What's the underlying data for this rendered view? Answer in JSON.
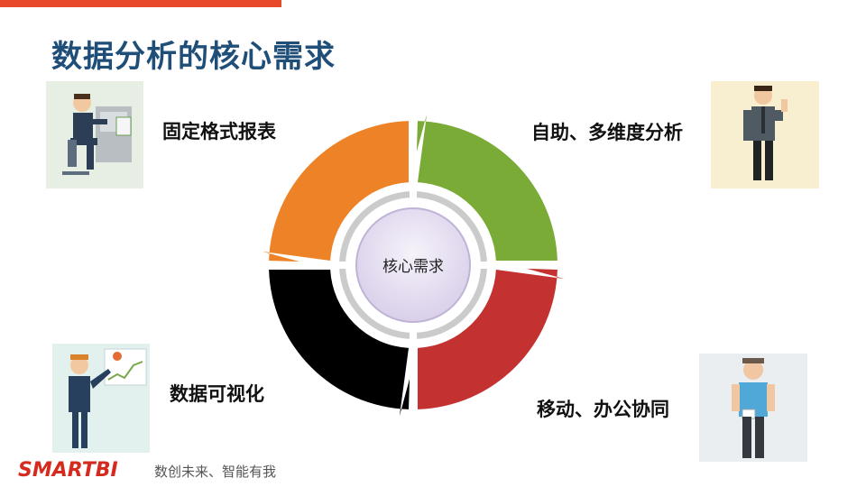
{
  "slide": {
    "title": "数据分析的核心需求"
  },
  "center": {
    "label": "核心需求"
  },
  "quadrants": [
    {
      "label": "固定格式报表",
      "color": "#ee8226"
    },
    {
      "label": "自助、多维度分析",
      "color": "#7aab36"
    },
    {
      "label": "数据可视化",
      "color": "#000000"
    },
    {
      "label": "移动、办公协同",
      "color": "#c33231"
    }
  ],
  "footer": {
    "logo": "SMARTBI",
    "tagline": "数创未来、智能有我"
  },
  "colors": {
    "accent_bar": "#e8492a",
    "title": "#1f4e79",
    "center_fill": "#e6dff1"
  }
}
